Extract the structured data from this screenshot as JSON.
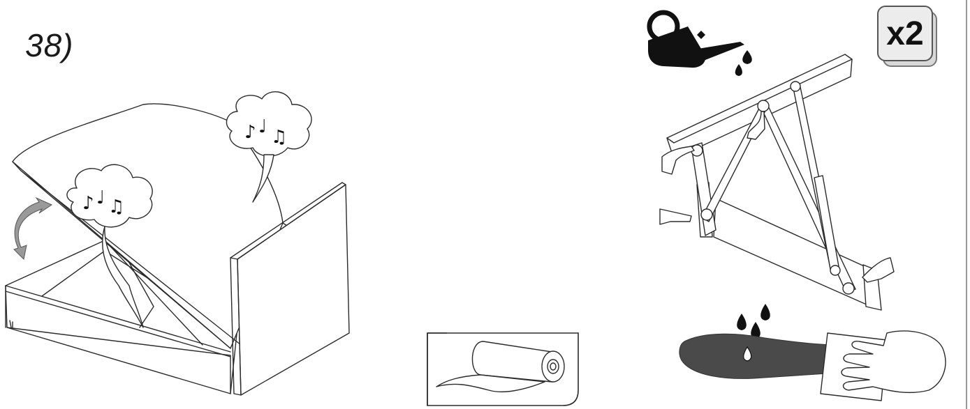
{
  "step": {
    "number": "38)"
  },
  "quantity_badge": {
    "label": "x2"
  },
  "icons": [
    "bed-lifting-illustration",
    "curved-arrow-icon",
    "noise-cloud-icon",
    "music-notes-icon",
    "oil-can-icon",
    "oil-drop-icon",
    "lift-mechanism-illustration",
    "pointing-hand-icon",
    "cloth-roll-icon",
    "wiping-hand-icon"
  ],
  "colors": {
    "ink": "#2b2b2b",
    "badge_fill": "#ececec",
    "oil": "#4a4a4a",
    "arrow": "#9a9a9a"
  }
}
